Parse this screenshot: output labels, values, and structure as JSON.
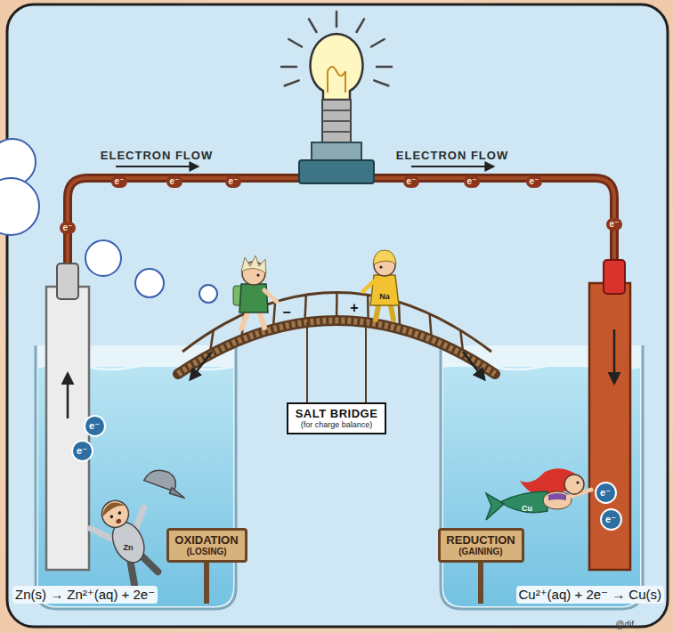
{
  "diagram": {
    "nodes": [
      {
        "text": [
          "SALT BRIDGE",
          "(for charge balance)"
        ]
      },
      {
        "text": [
          "e⁻"
        ]
      },
      {
        "text": [
          "e⁻"
        ]
      },
      {
        "text": [
          "OXIDATION",
          "(LOSING)"
        ]
      },
      {
        "text": [
          "REDUCTION",
          "(GAINING)"
        ]
      },
      {
        "text": [
          "e⁻"
        ]
      },
      {
        "text": [
          "e⁻"
        ]
      }
    ],
    "labels": [
      "ELECTRON FLOW",
      "ELECTRON FLOW",
      "e⁻",
      "e⁻",
      "e⁻",
      "e⁻",
      "e⁻",
      "e⁻",
      "e⁻",
      "e⁻",
      "−",
      "+",
      "Zn",
      "Na",
      "Cu",
      "Zn(s) → Zn²⁺(aq) + 2e⁻",
      "Cu²⁺(aq) + 2e⁻ → Cu(s)",
      "@dif"
    ]
  }
}
